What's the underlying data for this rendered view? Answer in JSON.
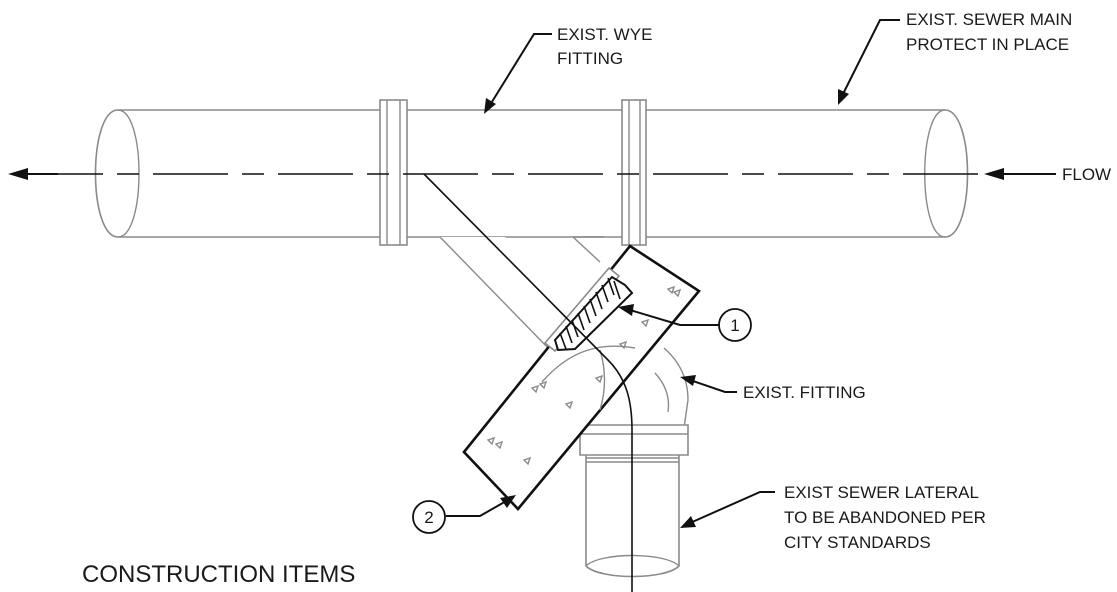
{
  "labels": {
    "wye_line1": "EXIST. WYE",
    "wye_line2": "FITTING",
    "main_line1": "EXIST. SEWER MAIN",
    "main_line2": "PROTECT IN PLACE",
    "flow": "FLOW",
    "fitting": "EXIST. FITTING",
    "lateral_line1": "EXIST SEWER LATERAL",
    "lateral_line2": "TO BE ABANDONED PER",
    "lateral_line3": "CITY STANDARDS",
    "item1": "1",
    "item2": "2",
    "construction_items": "CONSTRUCTION ITEMS"
  },
  "colors": {
    "outline": "#8a8a8a",
    "ink": "#111111",
    "background": "#ffffff"
  }
}
